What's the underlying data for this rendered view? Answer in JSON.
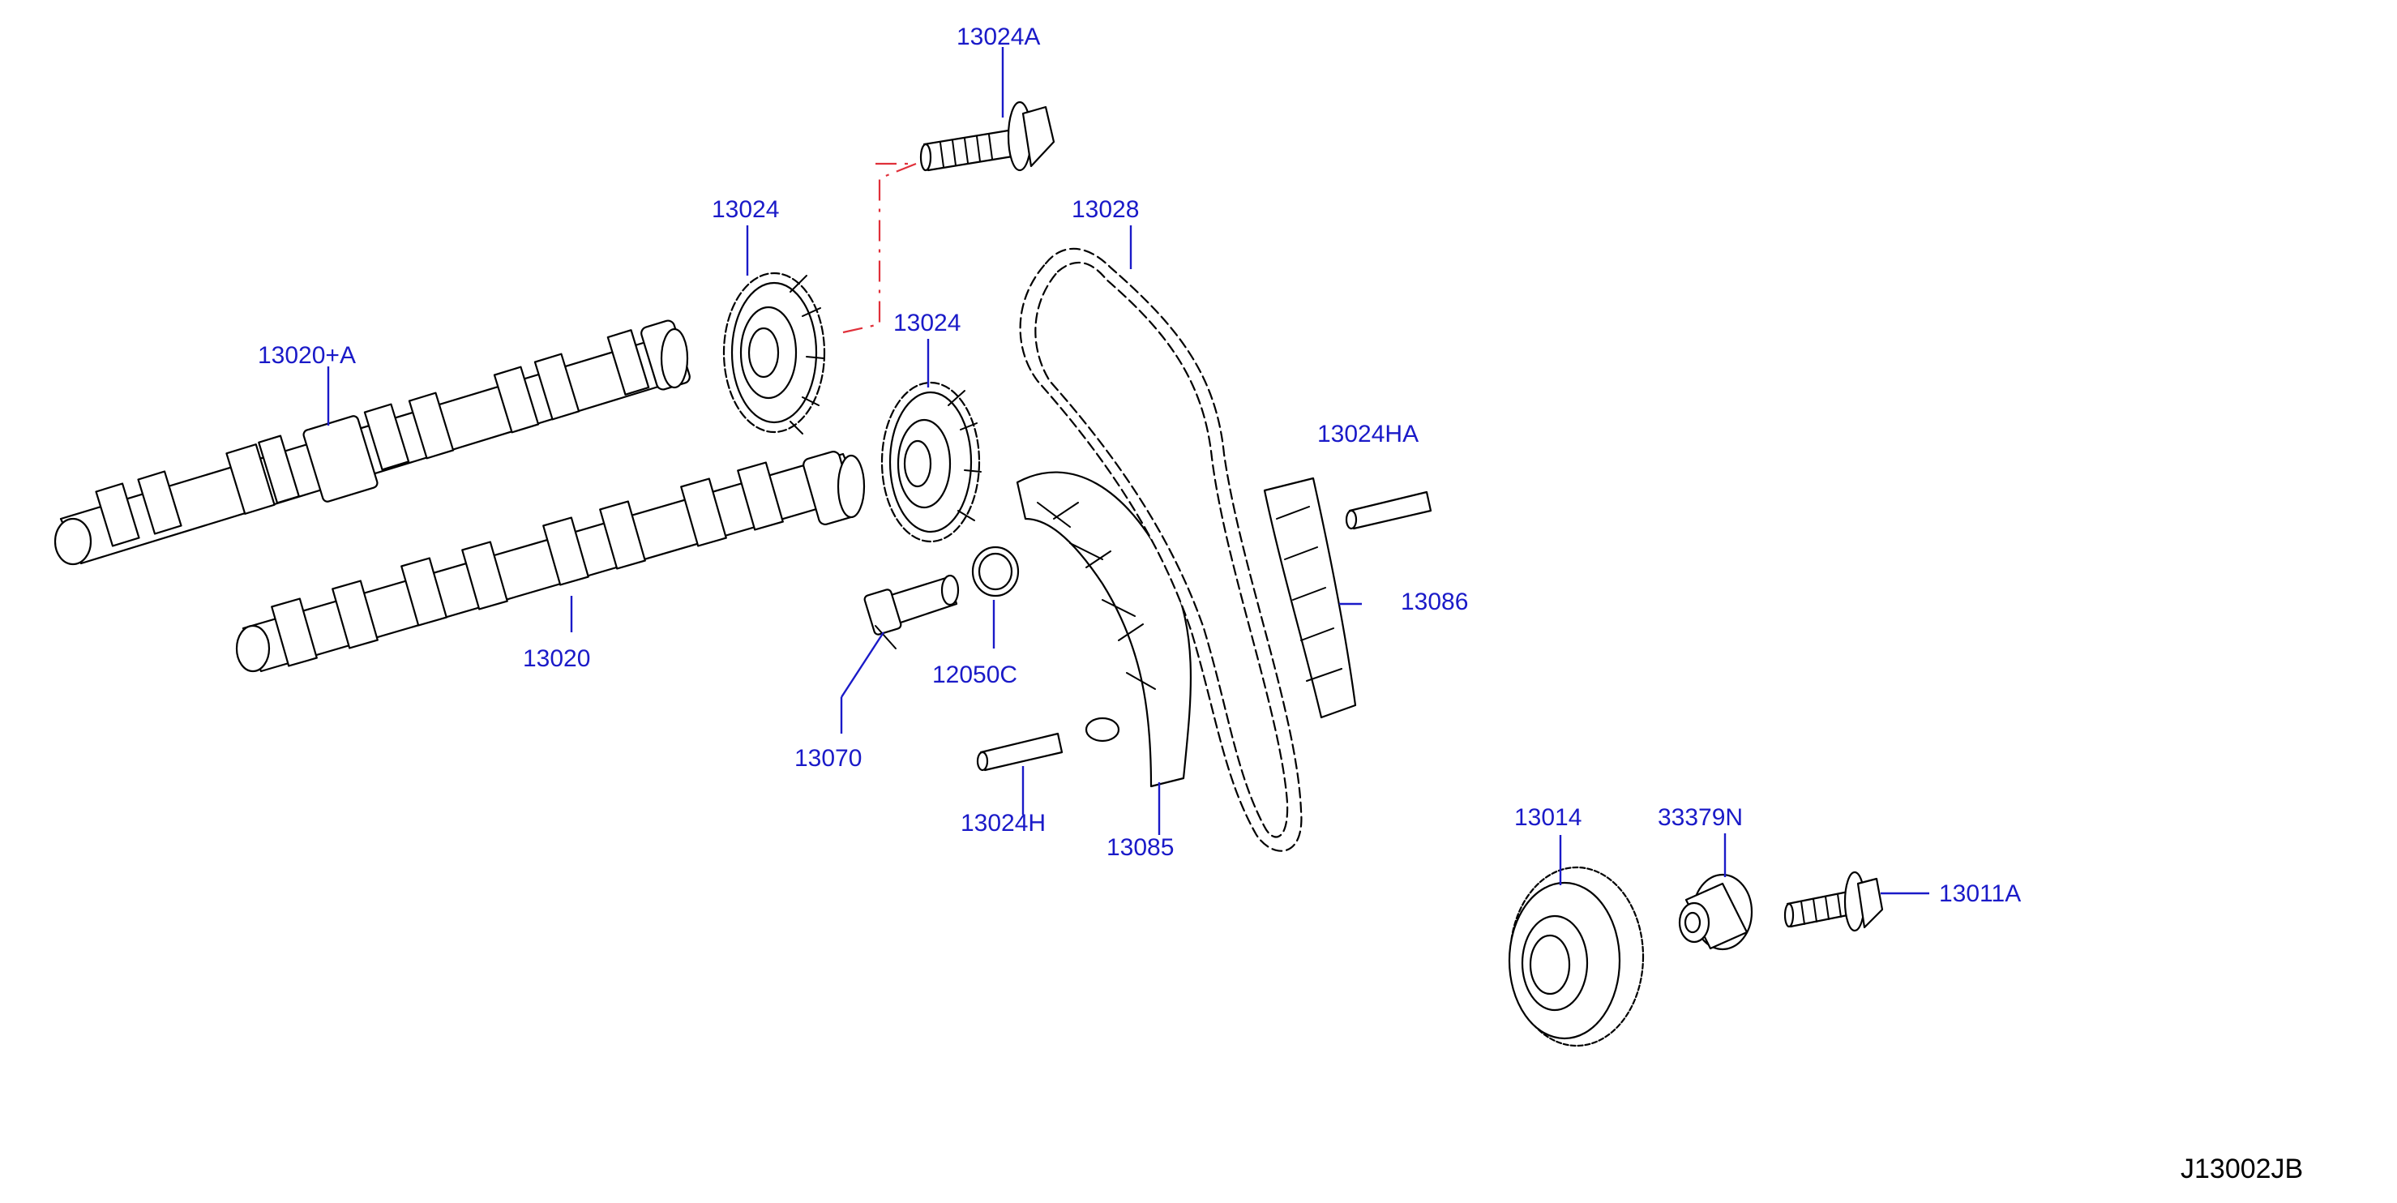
{
  "diagram": {
    "reference_code": "J13002JB",
    "callouts": {
      "bolt_cam_sprocket": "13024A",
      "sprocket_upper": "13024",
      "chain": "13028",
      "sprocket_lower": "13024",
      "camshaft_upper": "13020+A",
      "pin_upper": "13024HA",
      "slack_guide": "13086",
      "camshaft_lower": "13020",
      "seal_ring": "12050C",
      "tensioner": "13070",
      "pin_lower": "13024H",
      "tension_guide": "13085",
      "crank_sprocket": "13014",
      "spacer": "33379N",
      "crank_bolt": "13011A"
    },
    "colors": {
      "callout": "#1a1ac8",
      "hidden_line": "#e0303a",
      "part_outline": "#000000"
    }
  }
}
